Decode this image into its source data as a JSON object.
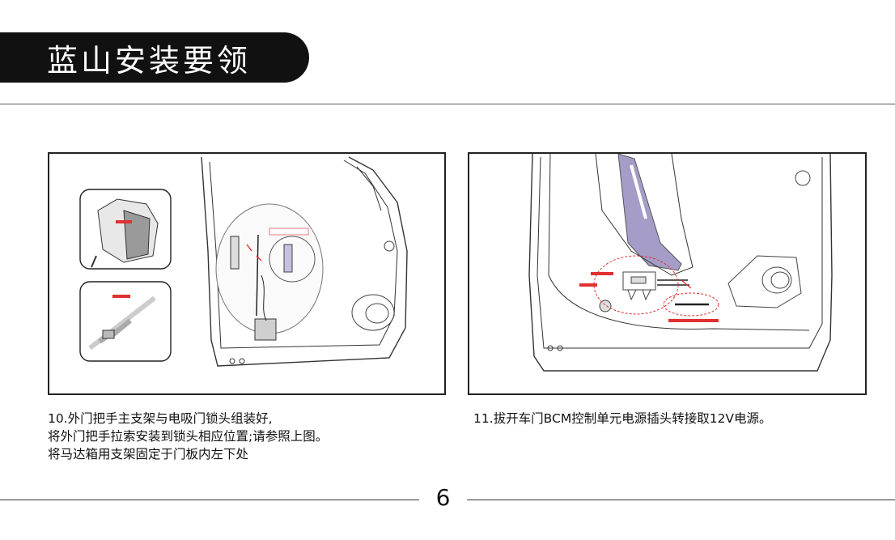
{
  "header": {
    "title": "蓝山安装要领"
  },
  "steps": [
    {
      "lines": [
        "10.外门把手主支架与电吸门锁头组装好,",
        "将外门把手拉索安装到锁头相应位置;请参照上图。",
        "将马达箱用支架固定于门板内左下处"
      ]
    },
    {
      "lines": [
        "11.拔开车门BCM控制单元电源插头转接取12V电源。"
      ]
    }
  ],
  "footer": {
    "page_number": "6"
  },
  "colors": {
    "title_bg": "#111111",
    "annotation_red": "#e03030",
    "trim_purple": "#a59cc8"
  }
}
